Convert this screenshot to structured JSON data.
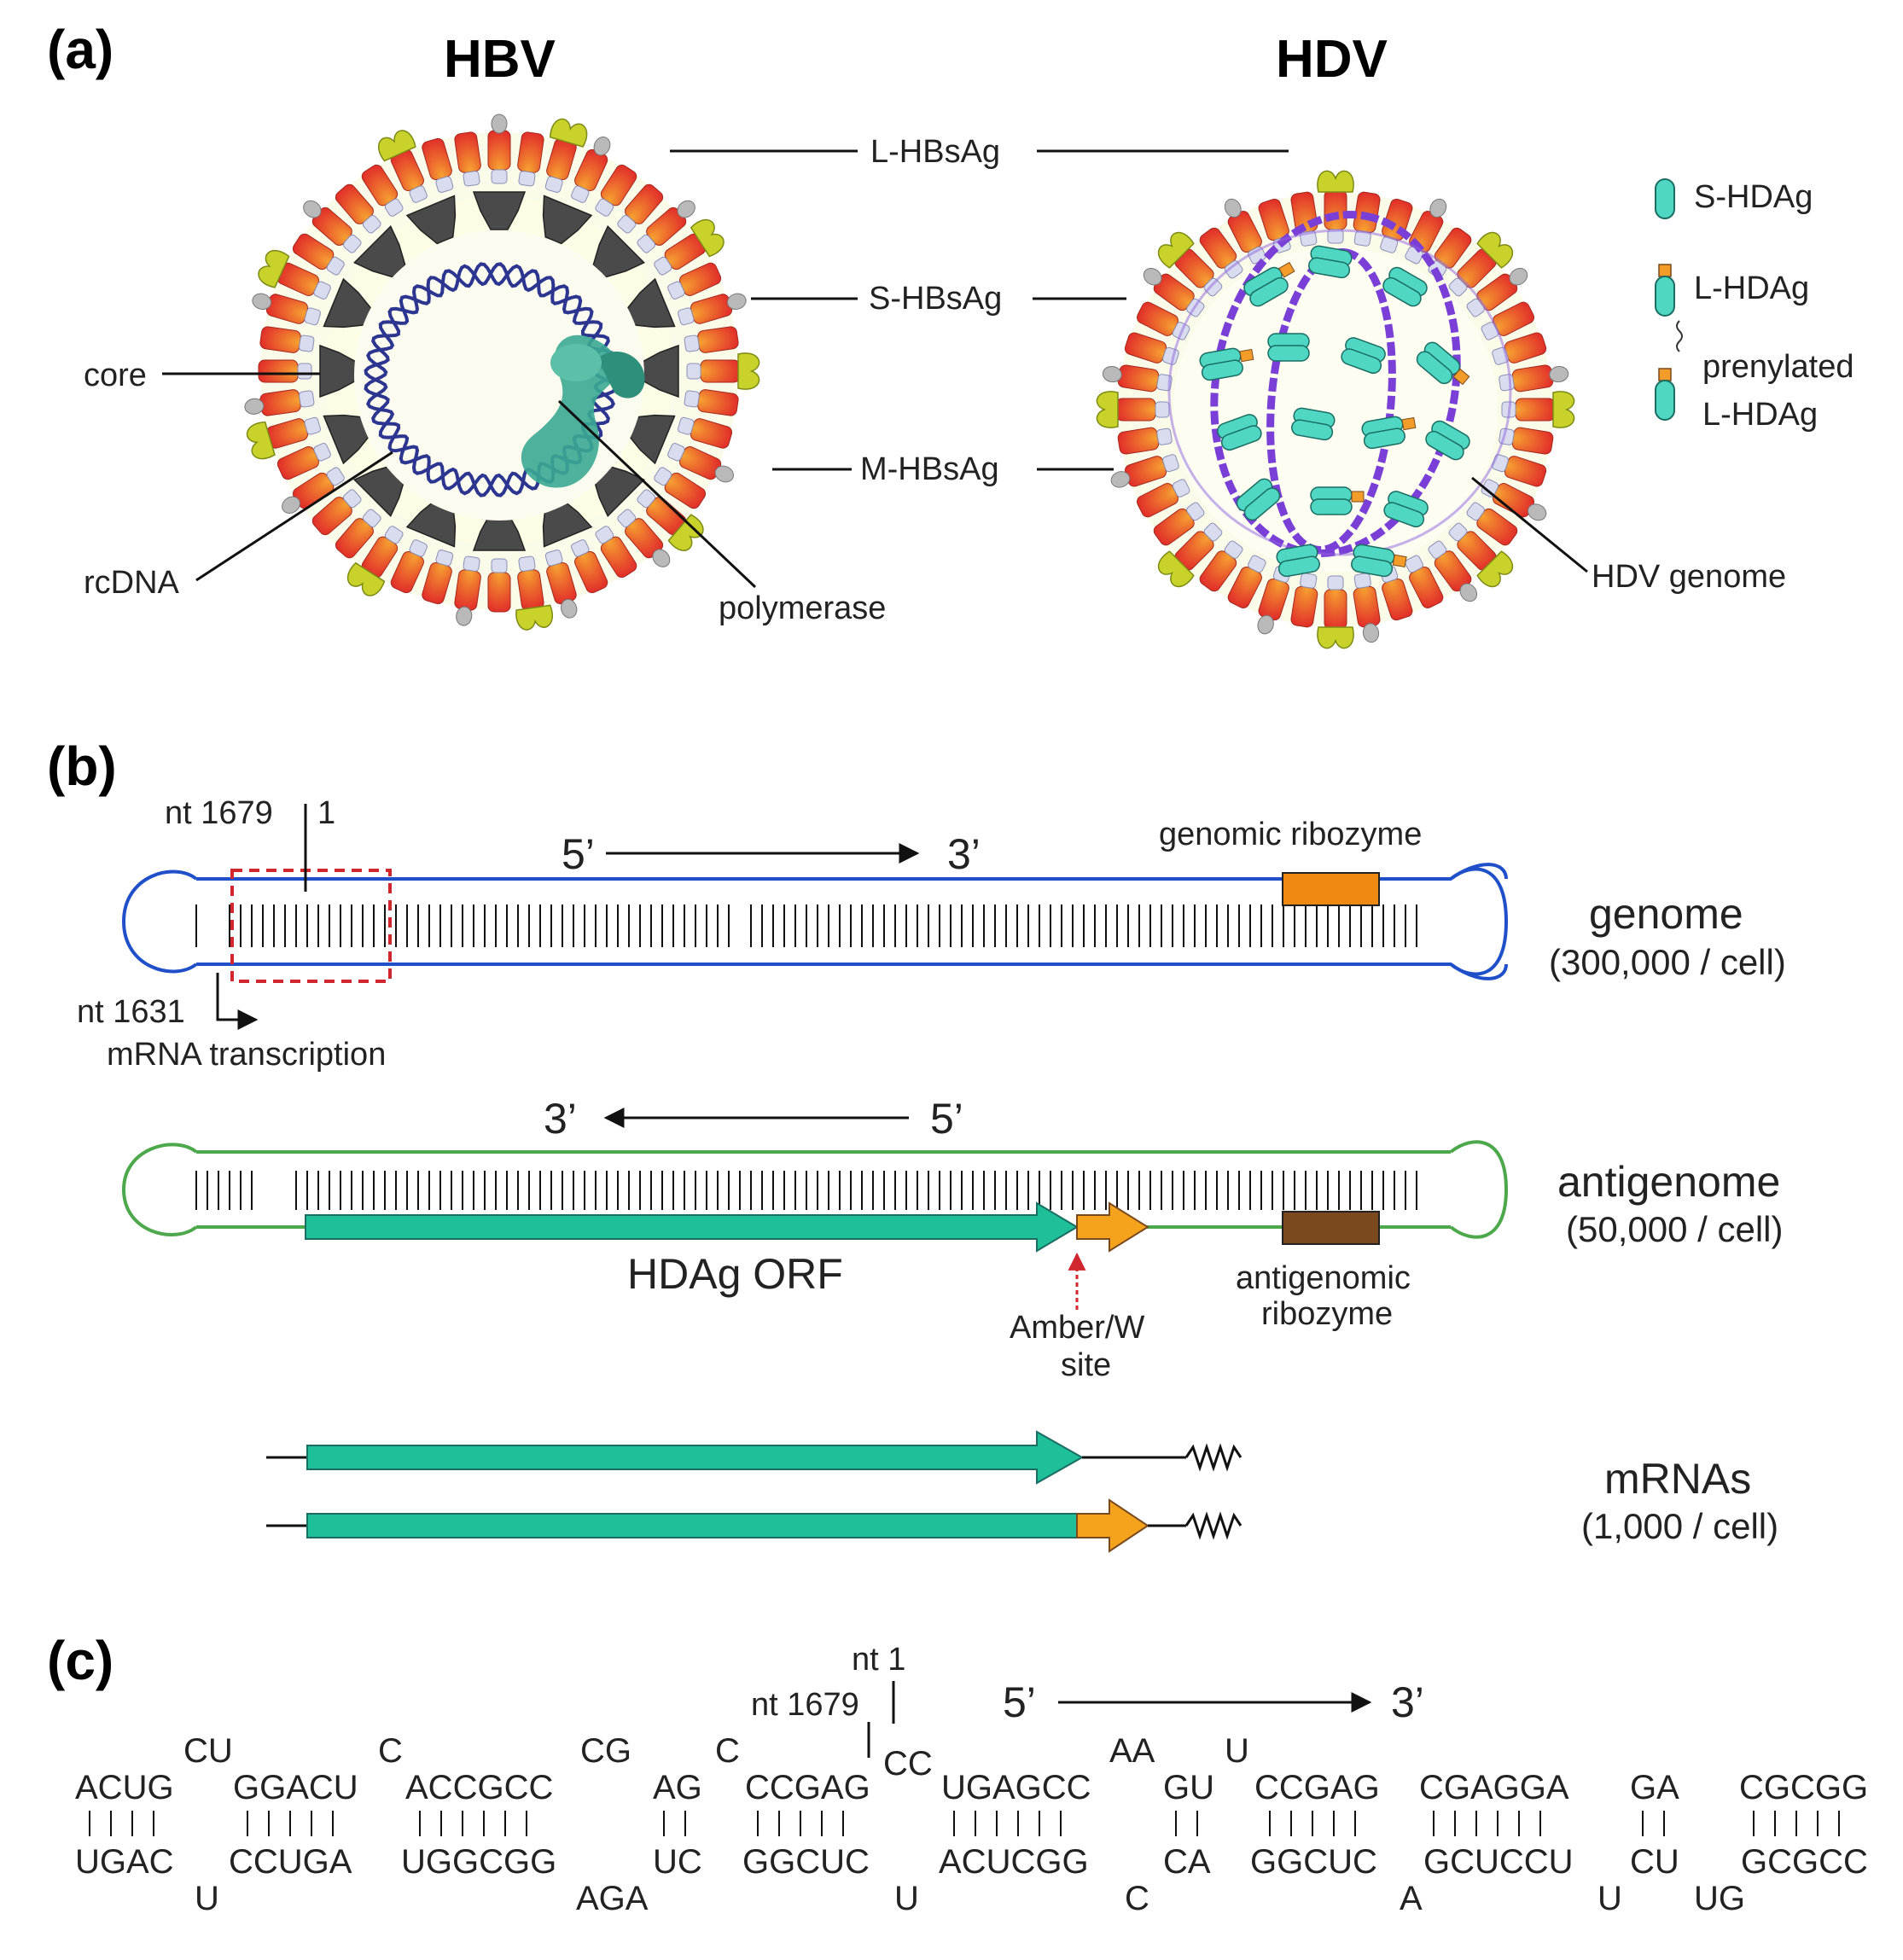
{
  "panels": {
    "a": "(a)",
    "b": "(b)",
    "c": "(c)"
  },
  "a": {
    "hbv_title": "HBV",
    "hdv_title": "HDV",
    "labels": {
      "l_hbsag": "L-HBsAg",
      "s_hbsag": "S-HBsAg",
      "m_hbsag": "M-HBsAg",
      "core": "core",
      "rcdna": "rcDNA",
      "polymerase": "polymerase",
      "hdv_genome": "HDV genome"
    },
    "legend": {
      "s_hdag": "S-HDAg",
      "l_hdag": "L-HDAg",
      "prenylated_1": "prenylated",
      "prenylated_2": "L-HDAg"
    },
    "colors": {
      "envelope_red": "#e8372a",
      "envelope_orange": "#f39c2a",
      "envelope_yellow": "#c8d22a",
      "core_gray": "#555555",
      "dna_blue": "#2c3590",
      "polymerase_teal": "#3aa892",
      "rna_purple": "#7a3fd6",
      "hdag_teal": "#4fd7c3"
    }
  },
  "b": {
    "genome": {
      "nt_1679": "nt 1679",
      "nt_1": "1",
      "five_prime": "5’",
      "three_prime": "3’",
      "ribozyme": "genomic ribozyme",
      "nt_1631": "nt 1631",
      "transcription": "mRNA transcription",
      "name": "genome",
      "count": "(300,000 / cell)"
    },
    "antigenome": {
      "three_prime": "3’",
      "five_prime": "5’",
      "orf": "HDAg ORF",
      "amber_1": "Amber/W",
      "amber_2": "site",
      "ribozyme_1": "antigenomic",
      "ribozyme_2": "ribozyme",
      "name": "antigenome",
      "count": "(50,000 / cell)"
    },
    "mrnas": {
      "name": "mRNAs",
      "count": "(1,000 / cell)"
    },
    "colors": {
      "genome_line": "#1f4fc9",
      "antigenome_line": "#4ca84a",
      "box_dashed": "#d0262d",
      "genomic_ribozyme": "#ee8a12",
      "antigenomic_ribozyme": "#7a4a1e",
      "orf": "#1fbf9a",
      "amber_ext": "#f5a21c"
    }
  },
  "c": {
    "nt_1": "nt 1",
    "nt_1679": "nt 1679",
    "five_prime": "5’",
    "three_prime": "3’",
    "top_bulges": [
      {
        "text": "CU"
      },
      {
        "text": "C"
      },
      {
        "text": "CG"
      },
      {
        "text": "C"
      },
      {
        "text": "AA"
      },
      {
        "text": "U"
      }
    ],
    "top_strand": [
      {
        "text": "ACUG"
      },
      {
        "text": "GGACU"
      },
      {
        "text": "ACCGCC"
      },
      {
        "text": "AG"
      },
      {
        "text": "CCGAG"
      },
      {
        "text": "CC"
      },
      {
        "text": "UGAGCC"
      },
      {
        "text": "GU"
      },
      {
        "text": "CCGAG"
      },
      {
        "text": "CGAGGA"
      },
      {
        "text": "GA"
      },
      {
        "text": "CGCGG"
      }
    ],
    "bottom_strand": [
      {
        "text": "UGAC"
      },
      {
        "text": "CCUGA"
      },
      {
        "text": "UGGCGG"
      },
      {
        "text": "UC"
      },
      {
        "text": "GGCUC"
      },
      {
        "text": "ACUCGG"
      },
      {
        "text": "CA"
      },
      {
        "text": "GGCUC"
      },
      {
        "text": "GCUCCU"
      },
      {
        "text": "CU"
      },
      {
        "text": "GCGCC"
      }
    ],
    "bottom_bulges": [
      {
        "text": "U"
      },
      {
        "text": "AGA"
      },
      {
        "text": "U"
      },
      {
        "text": "C"
      },
      {
        "text": "A"
      },
      {
        "text": "U"
      },
      {
        "text": "UG"
      }
    ]
  }
}
